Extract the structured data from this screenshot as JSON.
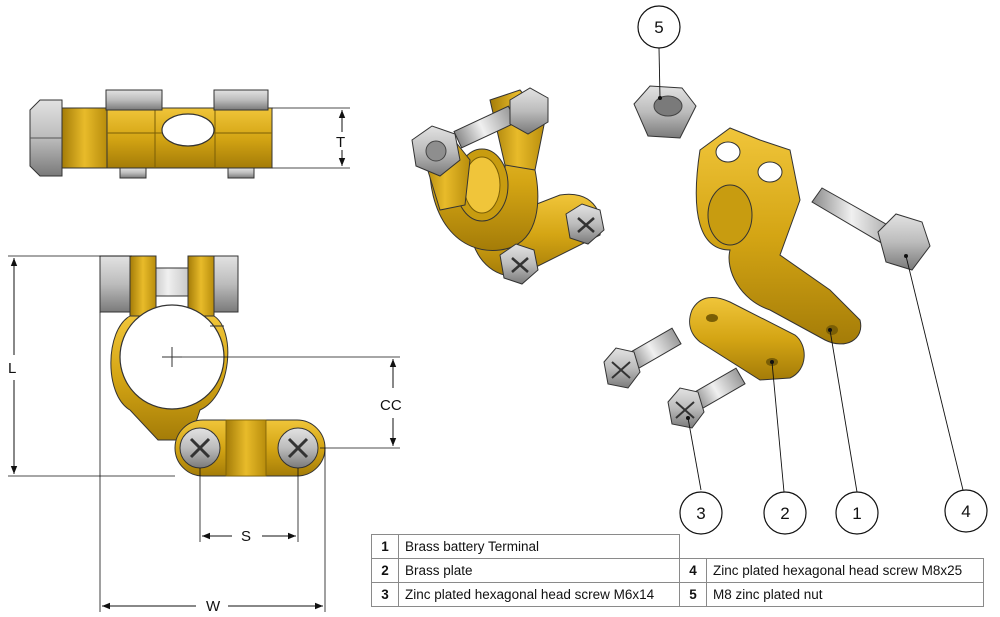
{
  "dimensions": {
    "T": "T",
    "L": "L",
    "CC": "CC",
    "S": "S",
    "W": "W"
  },
  "callouts": [
    "1",
    "2",
    "3",
    "4",
    "5"
  ],
  "parts": [
    {
      "num": "1",
      "desc": "Brass battery Terminal"
    },
    {
      "num": "2",
      "desc": "Brass plate"
    },
    {
      "num": "3",
      "desc": "Zinc plated hexagonal head screw M6x14"
    },
    {
      "num": "4",
      "desc": "Zinc plated hexagonal head screw M8x25"
    },
    {
      "num": "5",
      "desc": "M8 zinc plated nut"
    }
  ],
  "colors": {
    "brass": "#d4a514",
    "brass_dark": "#9a7608",
    "steel": "#b8b8b8",
    "steel_dark": "#6d6d6d"
  }
}
